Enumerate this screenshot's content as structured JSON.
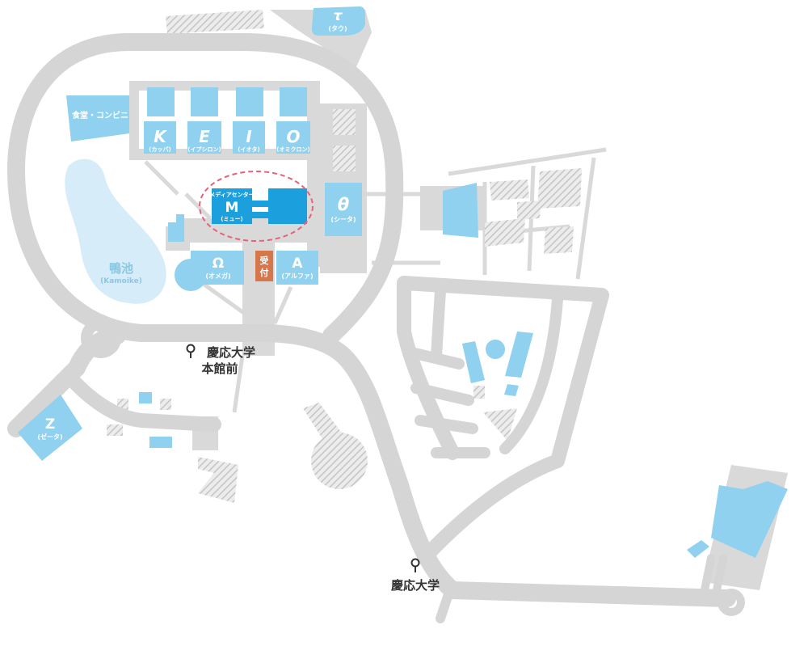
{
  "map": {
    "buildings": {
      "kappa": {
        "letter": "Κ",
        "reading": "(カッパ)"
      },
      "epsilon": {
        "letter": "Ε",
        "reading": "(イプシロン)"
      },
      "iota": {
        "letter": "Ι",
        "reading": "(イオタ)"
      },
      "omicron": {
        "letter": "Ο",
        "reading": "(オミクロン)"
      },
      "mu": {
        "letter": "M",
        "reading": "(ミュー)",
        "sub": "メディアセンター"
      },
      "theta": {
        "letter": "θ",
        "reading": "(シータ)"
      },
      "omega": {
        "letter": "Ω",
        "reading": "(オメガ)"
      },
      "alpha": {
        "letter": "A",
        "reading": "(アルファ)"
      },
      "tau": {
        "letter": "τ",
        "reading": "(タウ)"
      },
      "zeta": {
        "letter": "Z",
        "reading": "(ゼータ)"
      },
      "reception": {
        "line1": "受",
        "line2": "付"
      },
      "cafeteria": {
        "label": "食堂・コンビニ"
      }
    },
    "pond": {
      "name": "鴨池",
      "romaji": "(Kamoike)"
    },
    "stations": {
      "honkanmae": {
        "line1": "慶応大学",
        "line2": "本館前"
      },
      "keio": {
        "line1": "慶応大学"
      }
    }
  },
  "colors": {
    "road": "#d5d5d5",
    "building": "#8fd1ee",
    "building_highlight": "#1c9fdd",
    "reception": "#d5774a",
    "pond": "#d6ecf8",
    "highlight_ring": "#e8607e"
  },
  "icons": {
    "bus_stop": "bus-stop-pin-icon"
  }
}
